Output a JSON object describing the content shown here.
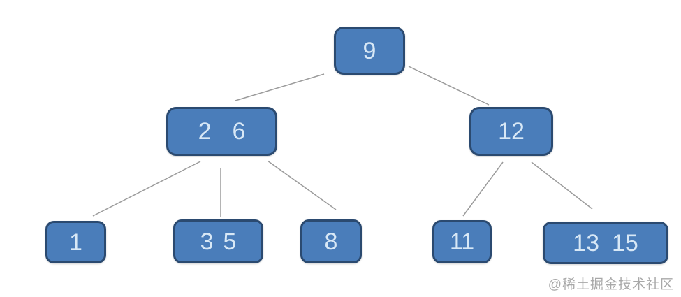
{
  "diagram": {
    "kind": "2-3-tree",
    "levels": 3,
    "node_count": 8
  },
  "tree": {
    "nodes": {
      "root": {
        "keys": [
          "9"
        ]
      },
      "branch_left": {
        "keys": [
          "2",
          "6"
        ]
      },
      "branch_right": {
        "keys": [
          "12"
        ]
      },
      "leaf_1": {
        "keys": [
          "1"
        ]
      },
      "leaf_2": {
        "keys": [
          "3",
          "5"
        ]
      },
      "leaf_3": {
        "keys": [
          "8"
        ]
      },
      "leaf_4": {
        "keys": [
          "11"
        ]
      },
      "leaf_5": {
        "keys": [
          "13",
          "15"
        ]
      }
    },
    "edges": [
      {
        "from": "root",
        "to": "branch_left"
      },
      {
        "from": "root",
        "to": "branch_right"
      },
      {
        "from": "branch_left",
        "to": "leaf_1"
      },
      {
        "from": "branch_left",
        "to": "leaf_2"
      },
      {
        "from": "branch_left",
        "to": "leaf_3"
      },
      {
        "from": "branch_right",
        "to": "leaf_4"
      },
      {
        "from": "branch_right",
        "to": "leaf_5"
      }
    ]
  },
  "colors": {
    "node_fill": "#4a7dba",
    "node_border": "#2b4a70",
    "node_text": "#d8e8f6",
    "connector": "#9b9b9b",
    "watermark": "#a8a8a8",
    "background": "#ffffff"
  },
  "watermark": {
    "text": "@稀土掘金技术社区"
  }
}
